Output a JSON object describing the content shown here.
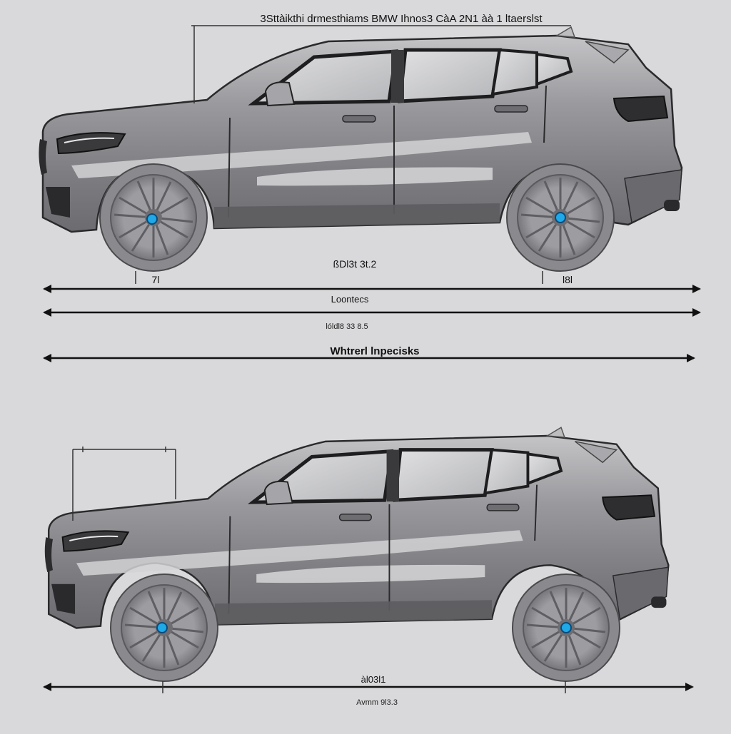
{
  "labels": {
    "title": "3Sttàikthi drmesthiams BMW Ihnos3 CàA  2N1 àà 1 ltaerslst",
    "top_wheelbase": "ßDl3t 3t.2",
    "top_front_mark": "7l",
    "top_rear_mark": "l8l",
    "top_length": "Loontecs",
    "top_small_note": "lóldl8 33 8.5",
    "top_wheel_label": "Whtrerl lnpecisks",
    "bottom_wheelbase": "àl03l1",
    "bottom_note": "Avmm 9l3.3"
  },
  "colors": {
    "background": "#d9d9db",
    "body_paint": "#8f8f93",
    "body_light": "#b9b9bd",
    "glass": "#cfd0d3",
    "outline": "#2a2a2c",
    "hub_accent": "#1fa9e8",
    "arrow": "#111111"
  },
  "icons": {
    "front_hub": "bmw-roundel-icon",
    "rear_hub": "bmw-roundel-icon"
  }
}
